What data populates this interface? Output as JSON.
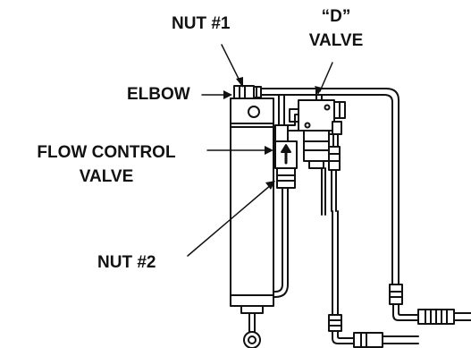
{
  "labels": {
    "nut1": "NUT #1",
    "d_valve_line1": "“D”",
    "d_valve_line2": "VALVE",
    "elbow": "ELBOW",
    "flow_line1": "FLOW CONTROL",
    "flow_line2": "VALVE",
    "nut2": "NUT #2"
  },
  "colors": {
    "ink": "#111111",
    "paper": "#ffffff"
  }
}
